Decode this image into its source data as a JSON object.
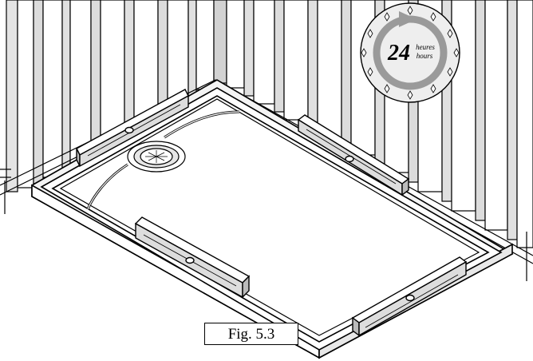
{
  "figure": {
    "caption": "Fig. 5.3"
  },
  "clock_badge": {
    "number": "24",
    "word_top": "heures",
    "word_bottom": "hours",
    "ring_color": "#9a9a9a",
    "face_color": "#eeeeee"
  },
  "colors": {
    "line": "#000000",
    "wall_shade": "#d8d8d8",
    "tray_fill": "#ffffff"
  }
}
